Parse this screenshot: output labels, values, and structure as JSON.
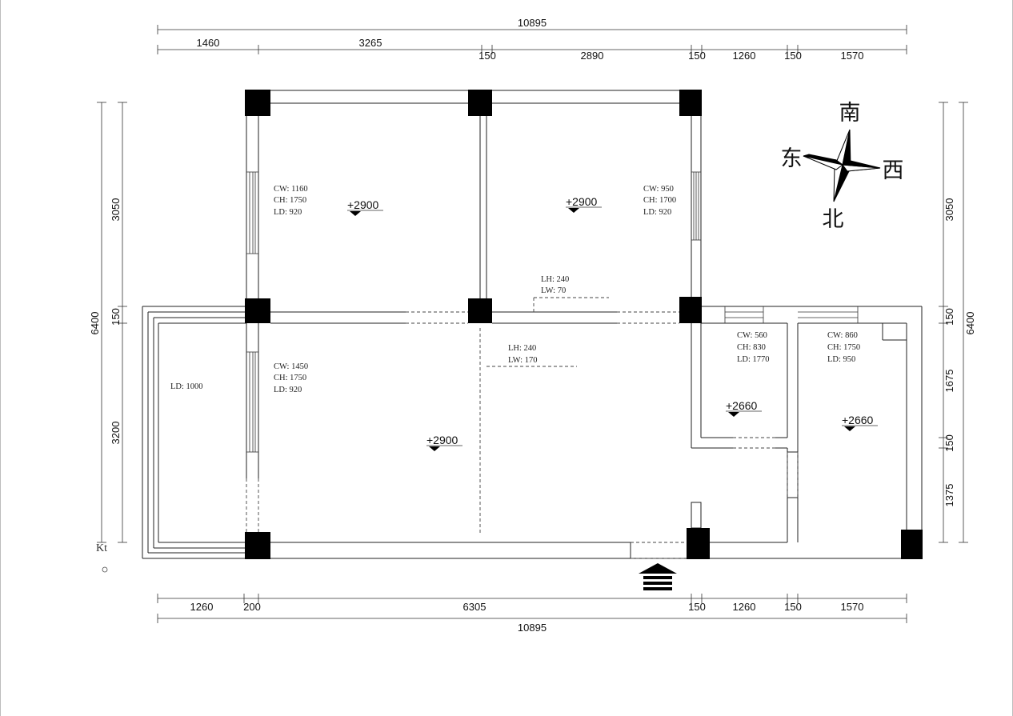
{
  "dimensions": {
    "top_total": "10895",
    "top_segments": [
      "1460",
      "3265",
      "150",
      "2890",
      "150",
      "1260",
      "150",
      "1570"
    ],
    "bottom_segments": [
      "1260",
      "200",
      "6305",
      "150",
      "1260",
      "150",
      "1570"
    ],
    "bottom_total": "10895",
    "left_total": "6400",
    "left_segments": [
      "3050",
      "150",
      "3200"
    ],
    "right_total": "6400",
    "right_segments": [
      "3050",
      "150",
      "1675",
      "150",
      "1375"
    ]
  },
  "compass": {
    "south": "南",
    "east": "东",
    "west": "西",
    "north": "北"
  },
  "room_notes": {
    "bedroom_left": [
      "CW: 1160",
      "CH: 1750",
      "LD: 920"
    ],
    "bedroom_right": [
      "CW: 950",
      "CH: 1700",
      "LD: 920"
    ],
    "beam_upper": [
      "LH: 240",
      "LW: 70"
    ],
    "beam_lower": [
      "LH: 240",
      "LW: 170"
    ],
    "living": [
      "CW: 1450",
      "CH: 1750",
      "LD: 920"
    ],
    "balcony": [
      "LD: 1000"
    ],
    "kitchen": [
      "CW: 560",
      "CH: 830",
      "LD: 1770"
    ],
    "bath": [
      "CW: 860",
      "CH: 1750",
      "LD: 950"
    ]
  },
  "elevations": {
    "bedroom_left": "+2900",
    "bedroom_right": "+2900",
    "living": "+2900",
    "kitchen": "+2660",
    "bath": "+2660"
  },
  "corner_label": "Kt"
}
